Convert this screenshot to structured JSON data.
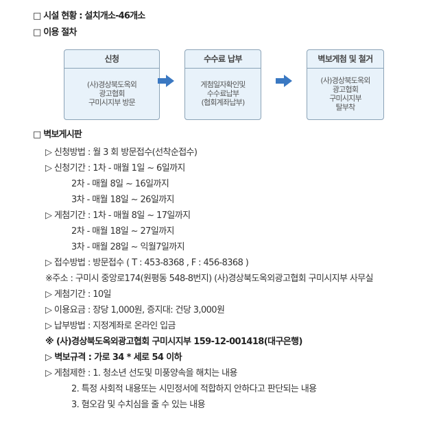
{
  "facility": "□ 시설 현황 : 설치개소-46개소",
  "procedure": {
    "heading": "□ 이용 절차",
    "steps": [
      {
        "title": "신청",
        "lines": [
          "(사)경상북도옥외",
          "광고협회",
          "구미시지부 방문"
        ]
      },
      {
        "title": "수수료 납부",
        "lines": [
          "게첨일자확인및",
          "수수료납부",
          "(협회계좌납부)"
        ]
      },
      {
        "title": "벽보게첨 및 철거",
        "lines": [
          "(사)경상북도옥외",
          "광고협회",
          "구미시지부",
          "탈부착"
        ]
      }
    ],
    "arrow_color": "#3a78c2"
  },
  "board": {
    "heading": "□ 벽보게시판",
    "lines": [
      "▷ 신청방법 : 월 3 회 방문접수(선착순접수)",
      "▷ 신청기간 : 1차 - 매월 1일 ~ 6일까지",
      "2차 - 매월 8일 ~ 16일까지",
      "3차 - 매월 18일 ~ 26일까지",
      "▷ 게첨기간 : 1차 - 매월 8일 ~ 17일까지",
      "2차 - 매월 18일 ~ 27일까지",
      "3차 - 매월 28일 ~ 익월7일까지",
      "▷ 접수방법 : 방문접수 ( T : 453-8368 , F : 456-8368 )",
      "※주소 : 구미시 중앙로174(원평동 548-8번지) (사)경상북도옥외광고협회 구미시지부 사무실",
      "▷ 게첨기간 : 10일",
      "▷ 이용요금 : 장당 1,000원, 증지대: 건당 3,000원",
      "▷ 납부방법 : 지정계좌로 온라인 입금",
      "※ (사)경상북도옥외광고협회 구미시지부 159-12-001418(대구은행)",
      "▷ 벽보규격 : 가로 34 * 세로 54 이하",
      "▷ 게첨제한 : 1. 청소년 선도및 미풍양속을 해치는 내용",
      "2. 특정 사회적 내용또는 시민정서에 적합하지 안하다고 판단되는 내용",
      "3. 혐오감 및 수치심을 줄 수 있는 내용"
    ]
  }
}
